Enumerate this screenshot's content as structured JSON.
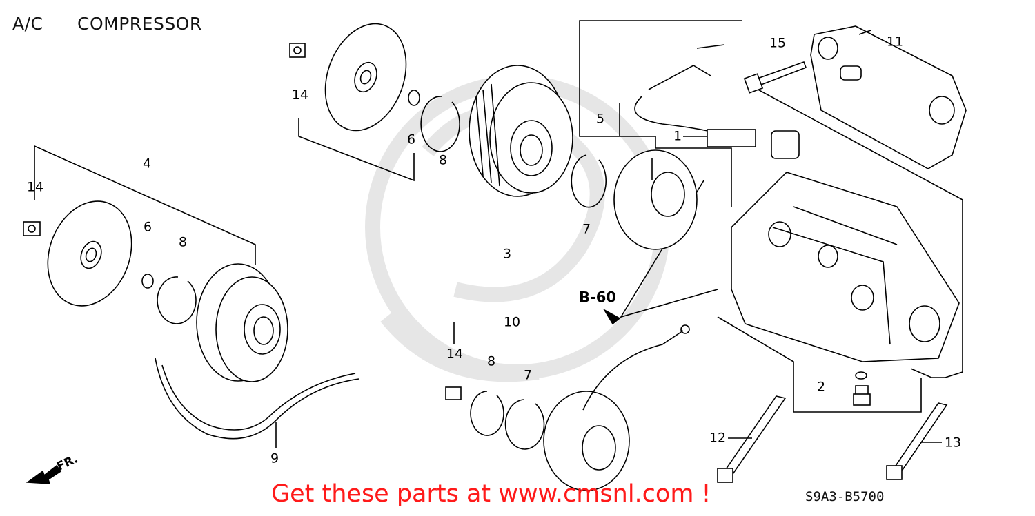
{
  "header": {
    "group": "A/C",
    "section": "COMPRESSOR"
  },
  "callouts": {
    "p1": "1",
    "p2": "2",
    "p3": "3",
    "p4": "4",
    "p5": "5",
    "p6a": "6",
    "p6b": "6",
    "p7a": "7",
    "p7b": "7",
    "p8a": "8",
    "p8b": "8",
    "p8c": "8",
    "p9": "9",
    "p10": "10",
    "p11": "11",
    "p12": "12",
    "p13": "13",
    "p14a": "14",
    "p14b": "14",
    "p14c": "14",
    "p15": "15"
  },
  "reference": "B-60",
  "direction": "FR.",
  "banner": "Get these parts at www.cmsnl.com !",
  "diagram_code": "S9A3-B5700",
  "colors": {
    "line": "#000000",
    "banner": "#ff1a1a",
    "watermark": "#e4e4e4"
  }
}
